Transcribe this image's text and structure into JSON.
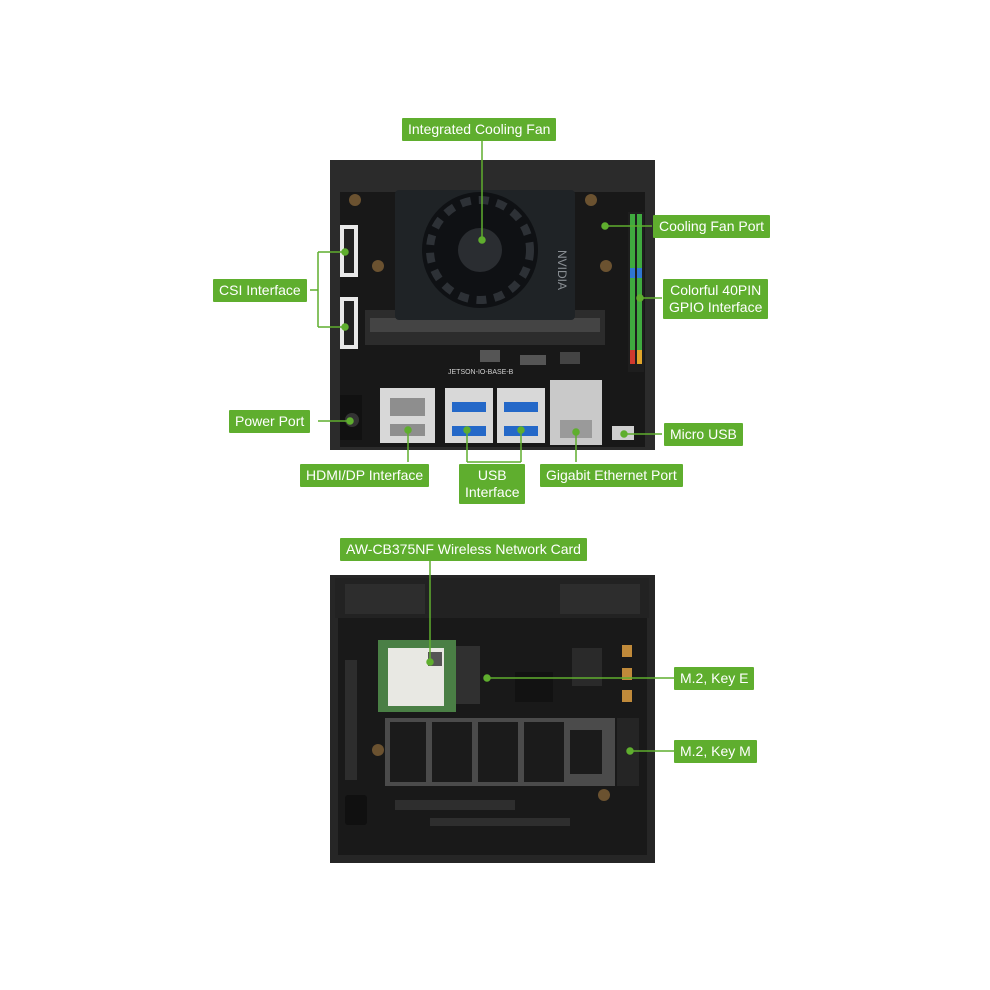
{
  "labels": {
    "integrated_cooling_fan": "Integrated Cooling Fan",
    "cooling_fan_port": "Cooling Fan Port",
    "csi_interface": "CSI Interface",
    "gpio_line1": "Colorful 40PIN",
    "gpio_line2": "GPIO Interface",
    "power_port": "Power Port",
    "micro_usb": "Micro USB",
    "hdmi_dp": "HDMI/DP Interface",
    "usb_line1": "USB",
    "usb_line2": "Interface",
    "gigabit_ethernet": "Gigabit Ethernet Port",
    "wireless_card": "AW-CB375NF Wireless Network Card",
    "m2_key_e": "M.2, Key E",
    "m2_key_m": "M.2, Key M"
  },
  "board_marking": "JETSON-IO-BASE-B",
  "brand_marking": "NVIDIA",
  "colors": {
    "accent": "#5fae2e",
    "board": "#1a1a1a",
    "case": "#2a2a2a"
  }
}
